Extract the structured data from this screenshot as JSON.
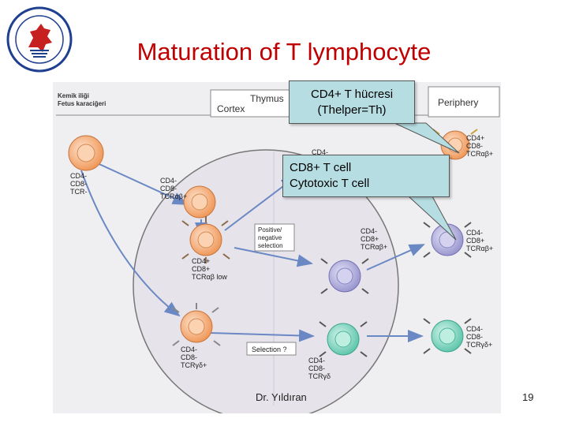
{
  "slide": {
    "title": "Maturation of T lymphocyte",
    "footer_author": "Dr. Yıldıran",
    "page_number": "19"
  },
  "figure": {
    "source_label_line1": "Kemik iliği",
    "source_label_line2": "Fetus karaciğeri",
    "thymus_label": "Thymus",
    "cortex_label": "Cortex",
    "periphery_label": "Periphery",
    "selection_box_1": [
      "Positive/",
      "negative",
      "selection"
    ],
    "selection_box_2": "Selection ?",
    "cell_labels": {
      "marrow_cell": [
        "CD4-",
        "CD8-",
        "TCR-"
      ],
      "cortex_entry": [
        "CD4-",
        "CD8-",
        "TCRαβ+"
      ],
      "double_positive": [
        "CD4+",
        "CD8+",
        "TCRαβ low"
      ],
      "gamma_delta_entry": [
        "CD4-",
        "CD8-",
        "TCRγδ+"
      ],
      "thymus_top": [
        "CD4-"
      ],
      "cd8_thymus": [
        "CD4-",
        "CD8+",
        "TCRαβ+"
      ],
      "gamma_delta_thymus": [
        "CD4-",
        "CD8-",
        "TCRγδ"
      ],
      "periphery_cd4": [
        "CD4+",
        "CD8-",
        "TCRαβ+"
      ],
      "periphery_cd8": [
        "CD4-",
        "CD8+",
        "TCRαβ+"
      ],
      "periphery_gd": [
        "CD4-",
        "CD8-",
        "TCRγδ+"
      ]
    }
  },
  "callouts": {
    "helper_line1": "CD4+ T hücresi",
    "helper_line2": "(Thelper=Th)",
    "cytotoxic_line1": "CD8+ T cell",
    "cytotoxic_line2": "Cytotoxic T cell"
  },
  "colors": {
    "title": "#c00000",
    "callout_fill": "#b6dde2",
    "orange_cell": "#f7b07a",
    "purple_cell": "#b4b2de",
    "teal_cell": "#8fd9c6"
  }
}
